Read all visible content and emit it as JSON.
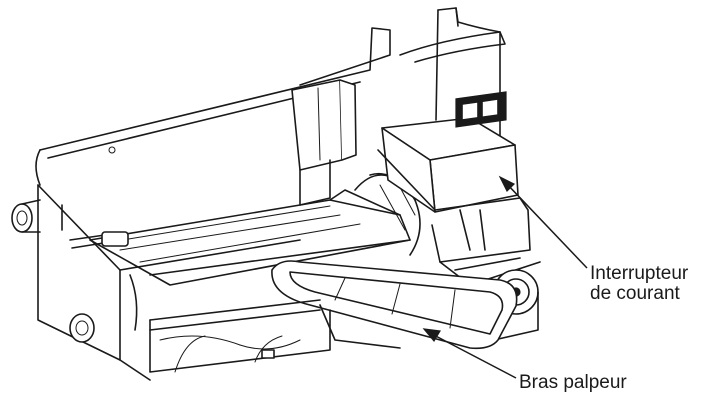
{
  "labels": {
    "power_switch": {
      "line1": "Interrupteur",
      "line2": "de courant"
    },
    "feeler_arm": "Bras palpeur"
  },
  "colors": {
    "ink": "#1a1a1a",
    "paper": "#ffffff"
  }
}
